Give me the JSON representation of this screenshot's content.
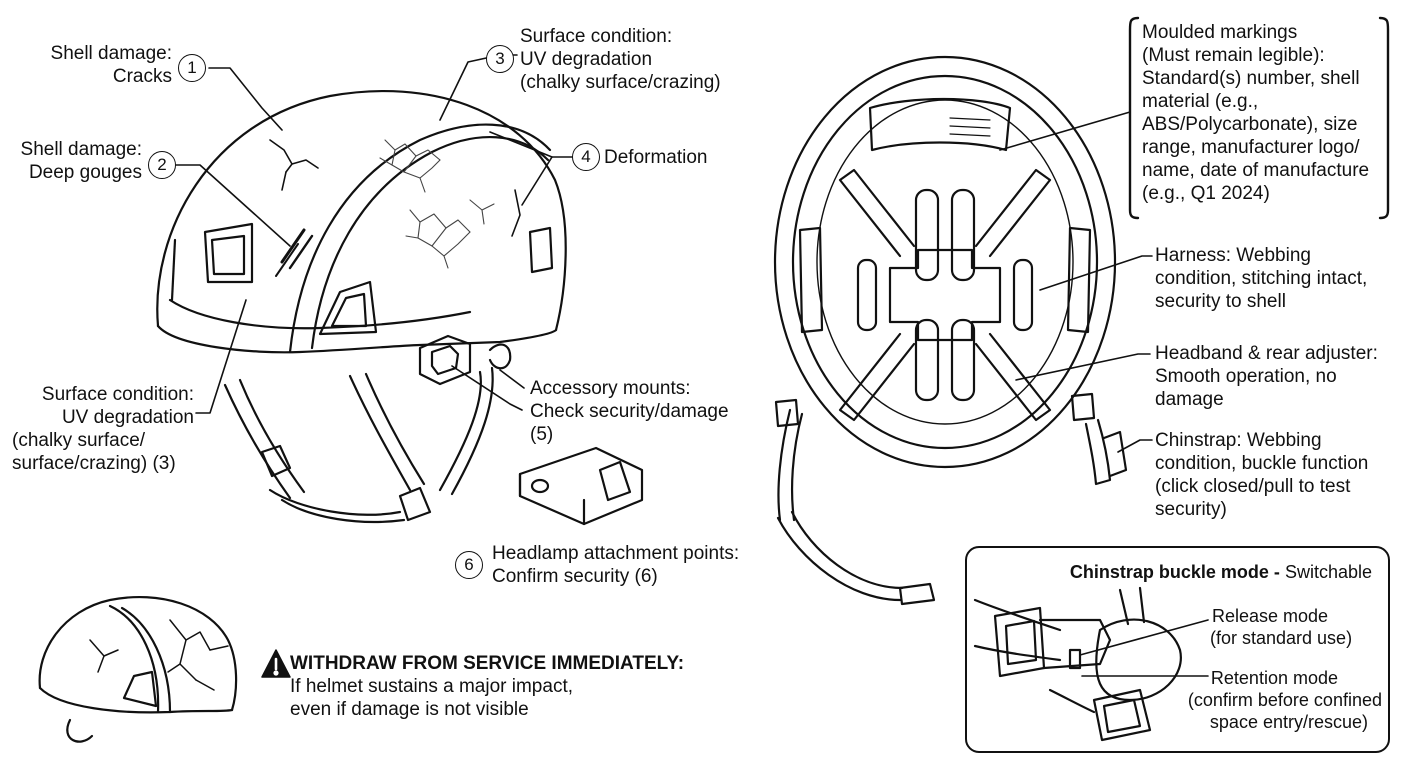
{
  "callouts": {
    "shell_cracks": {
      "num": "1",
      "line1": "Shell damage:",
      "line2": "Cracks"
    },
    "deep_gouges": {
      "num": "2",
      "line1": "Shell damage:",
      "line2": "Deep gouges"
    },
    "uv_top": {
      "num": "3",
      "line1": "Surface condition:",
      "line2": "UV degradation",
      "line3": "(chalky surface/crazing)"
    },
    "deformation": {
      "num": "4",
      "text": "Deformation"
    },
    "uv_left": {
      "line1": "Surface condition:",
      "line2": "UV degradation",
      "line3": "(chalky surface/",
      "line4": "surface/crazing) (3)"
    },
    "accessory": {
      "line1": "Accessory mounts:",
      "line2": "Check security/damage",
      "line3": "(5)"
    },
    "headlamp": {
      "num": "6",
      "line1": "Headlamp attachment points:",
      "line2": "Confirm security (6)"
    },
    "markings": {
      "lines": [
        "Moulded markings",
        "(Must remain legible):",
        "Standard(s) number, shell",
        "material (e.g.,",
        "ABS/Polycarbonate), size",
        "range, manufacturer logo/",
        "name, date of manufacture",
        "(e.g., Q1 2024)"
      ]
    },
    "harness": {
      "lines": [
        "Harness: Webbing",
        "condition, stitching intact,",
        "security to shell"
      ]
    },
    "headband": {
      "lines": [
        "Headband & rear adjuster:",
        "Smooth operation, no",
        "damage"
      ]
    },
    "chinstrap": {
      "lines": [
        "Chinstrap: Webbing",
        "condition, buckle function",
        "(click closed/pull to test",
        "security)"
      ]
    }
  },
  "warning": {
    "title": "WITHDRAW FROM SERVICE IMMEDIATELY:",
    "line1": "If helmet sustains a major impact,",
    "line2": "even if damage is not visible"
  },
  "buckle_panel": {
    "title_bold": "Chinstrap buckle mode -",
    "title_rest": " Switchable",
    "release_line1": "Release mode",
    "release_line2": "(for standard use)",
    "retention_line1": "Retention mode",
    "retention_line2": "(confirm before confined",
    "retention_line3": "space entry/rescue)"
  }
}
